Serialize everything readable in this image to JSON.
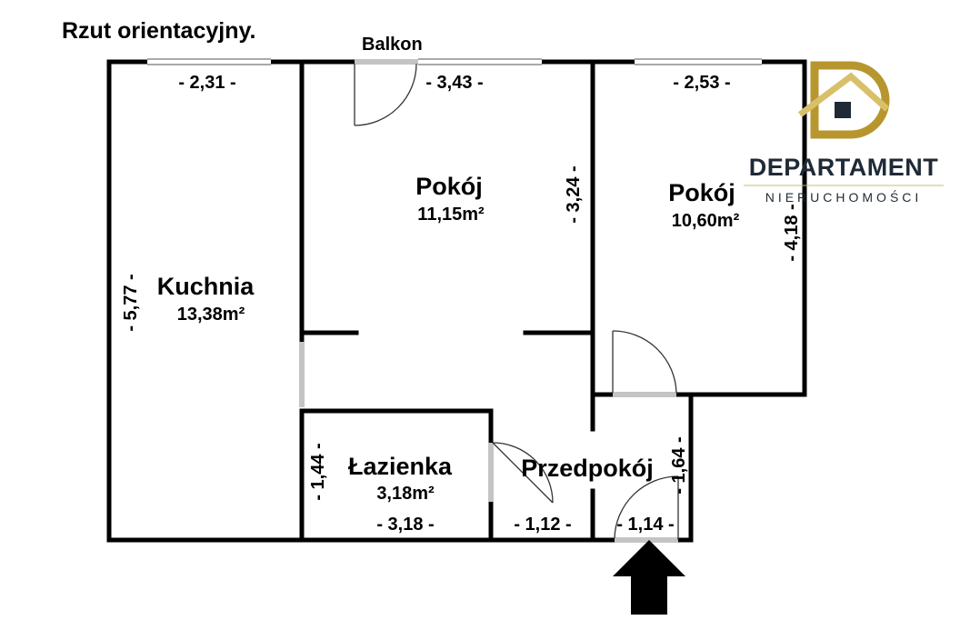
{
  "title": "Rzut orientacyjny.",
  "balcony_label": "Balkon",
  "rooms": [
    {
      "name": "Kuchnia",
      "area": "13,38m²"
    },
    {
      "name": "Pokój",
      "area": "11,15m²"
    },
    {
      "name": "Pokój",
      "area": "10,60m²"
    },
    {
      "name": "Łazienka",
      "area": "3,18m²"
    },
    {
      "name": "Przedpokój",
      "area": ""
    }
  ],
  "dimensions": {
    "kitchen_width": "- 2,31 -",
    "room1_width": "- 3,43 -",
    "room2_width": "- 2,53 -",
    "kitchen_length": "- 5,77 -",
    "room1_depth": "- 3,24 -",
    "room2_depth": "- 4,18 -",
    "bathroom_height": "- 1,44 -",
    "hall_height": "- 1,64 -",
    "bathroom_width": "- 3,18 -",
    "hall_width_left": "- 1,12 -",
    "hall_width_right": "- 1,14 -"
  },
  "brand": {
    "name": "DEPARTAMENT",
    "subtitle": "NIERUCHOMOŚCI",
    "logo_letter": "D",
    "colors": {
      "gold": "#b8962e",
      "text": "#1f2a36"
    }
  },
  "colors": {
    "wall": "#000000",
    "opening": "#c4c4c4",
    "window": "#777777"
  },
  "icons": [
    "entrance-arrow-icon",
    "door-swing-icon"
  ]
}
